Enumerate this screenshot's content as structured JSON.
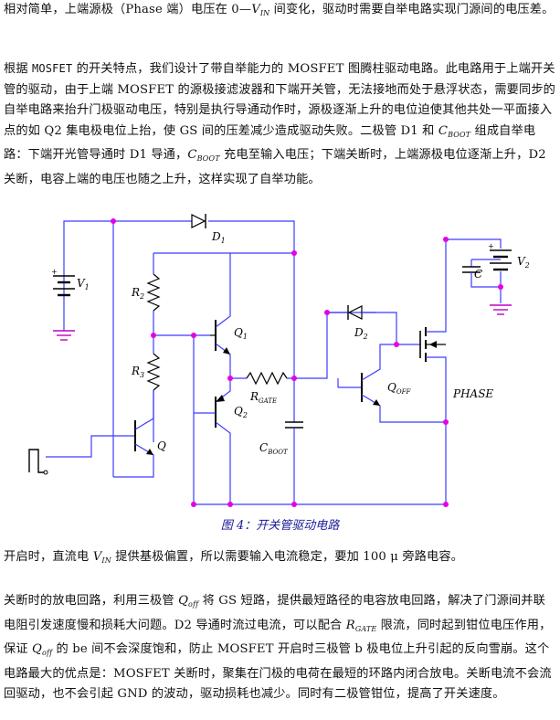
{
  "p1": {
    "a": "相对简单，上端源极（Phase 端）电压在 0—",
    "v": "V",
    "vsub": "IN",
    "b": " 间变化，驱动时需要自举电路实现门源间的电压差。"
  },
  "p2": {
    "a": "根据 ",
    "mosfet": "MOSFET",
    "b": " 的开关特点，我们设计了带自举能力的 MOSFET 图腾柱驱动电路。此电路用于上端开关管的驱动，由于上端 MOSFET 的源极接滤波器和下端开关管，无法接地而处于悬浮状态，需要同步的自举电路来抬升门极驱动电压，特别是执行导通动作时，源极逐渐上升的电位迫使其他共处一平面接入点的如 Q2 集电极电位上抬，使 GS 间的压差减少造成驱动失败。二极管 D1 和 ",
    "c": "C",
    "csub": "BOOT",
    "d": " 组成自举电路：下端开光管导通时 D1 导通，",
    "e": "C",
    "esub": "BOOT",
    "f": " 充电至输入电压；下端关断时，上端源极电位逐渐上升，D2 关断，电容上端的电压也随之上升，这样实现了自举功能。"
  },
  "circuit": {
    "labels": {
      "d1": "D",
      "d1sub": "1",
      "v1": "V",
      "v1sub": "1",
      "r2": "R",
      "r2sub": "2",
      "r3": "R",
      "r3sub": "3",
      "q1": "Q",
      "q1sub": "1",
      "q2": "Q",
      "q2sub": "2",
      "q": "Q",
      "rgate": "R",
      "rgatesub": "GATE",
      "cboot": "C",
      "cbootsub": "BOOT",
      "d2": "D",
      "d2sub": "2",
      "qoff": "Q",
      "qoffsub": "OFF",
      "phase": "PHASE",
      "c": "C",
      "v2": "V",
      "v2sub": "2",
      "plus1": "+",
      "plus2": "+"
    },
    "colors": {
      "wire": "#3c3cff",
      "node": "#e600e6",
      "caption": "#1a1a9a"
    }
  },
  "caption": "图 4：开关管驱动电路",
  "p3": {
    "a": "开启时，直流电 ",
    "v": "V",
    "vsub": "IN",
    "b": " 提供基极偏置，所以需要输入电流稳定，要加 100 μ 旁路电容。"
  },
  "p4": {
    "a": "关断时的放电回路，利用三极管 ",
    "q": "Q",
    "qsub": "off",
    "b": " 将 GS 短路，提供最短路径的电容放电回路，解决了门源间并联电阻引发速度慢和损耗大问题。D2 导通时流过电流，可以配合 ",
    "r": "R",
    "rsub": "GATE",
    "c": " 限流，同时起到钳位电压作用，保证 ",
    "q2": "Q",
    "q2sub": "off",
    "d": " 的 be 间不会深度饱和，防止 MOSFET 开启时三极管 b 极电位上升引起的反向雪崩。这个电路最大的优点是：MOSFET 关断时，聚集在门极的电荷在最短的环路内闭合放电。关断电流不会流回驱动，也不会引起 GND 的波动，驱动损耗也减少。同时有二极管钳位，提高了开关速度。"
  }
}
